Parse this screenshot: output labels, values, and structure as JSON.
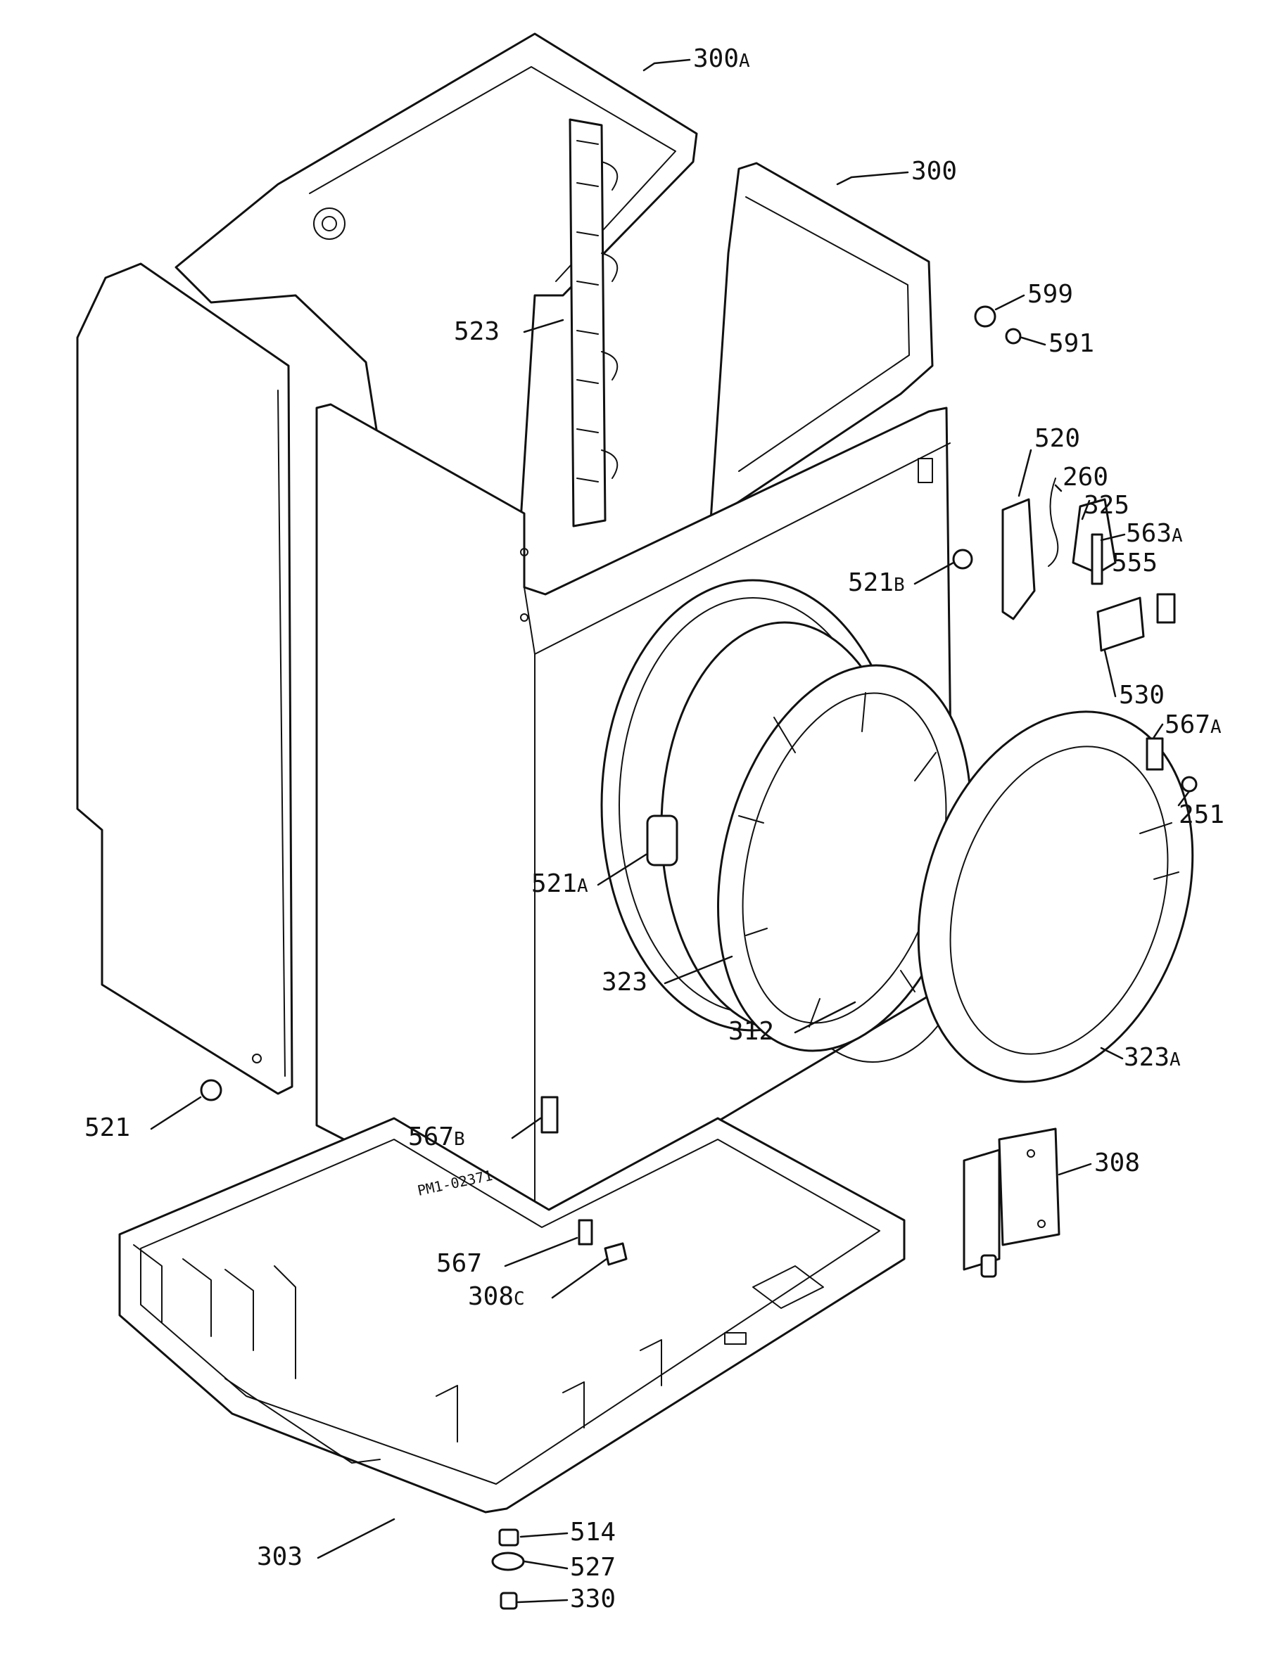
{
  "drawing_code": "PM1-02371",
  "callouts": [
    {
      "id": "300A",
      "num": "300",
      "suffix": "A"
    },
    {
      "id": "300",
      "num": "300",
      "suffix": ""
    },
    {
      "id": "599",
      "num": "599",
      "suffix": ""
    },
    {
      "id": "591",
      "num": "591",
      "suffix": ""
    },
    {
      "id": "523",
      "num": "523",
      "suffix": ""
    },
    {
      "id": "520",
      "num": "520",
      "suffix": ""
    },
    {
      "id": "260",
      "num": "260",
      "suffix": ""
    },
    {
      "id": "325",
      "num": "325",
      "suffix": ""
    },
    {
      "id": "563A",
      "num": "563",
      "suffix": "A"
    },
    {
      "id": "555",
      "num": "555",
      "suffix": ""
    },
    {
      "id": "521B",
      "num": "521",
      "suffix": "B"
    },
    {
      "id": "530",
      "num": "530",
      "suffix": ""
    },
    {
      "id": "567A",
      "num": "567",
      "suffix": "A"
    },
    {
      "id": "251",
      "num": "251",
      "suffix": ""
    },
    {
      "id": "521A",
      "num": "521",
      "suffix": "A"
    },
    {
      "id": "323",
      "num": "323",
      "suffix": ""
    },
    {
      "id": "312",
      "num": "312",
      "suffix": ""
    },
    {
      "id": "323A",
      "num": "323",
      "suffix": "A"
    },
    {
      "id": "521",
      "num": "521",
      "suffix": ""
    },
    {
      "id": "567B",
      "num": "567",
      "suffix": "B"
    },
    {
      "id": "308",
      "num": "308",
      "suffix": ""
    },
    {
      "id": "567",
      "num": "567",
      "suffix": ""
    },
    {
      "id": "308C",
      "num": "308",
      "suffix": "C"
    },
    {
      "id": "303",
      "num": "303",
      "suffix": ""
    },
    {
      "id": "514",
      "num": "514",
      "suffix": ""
    },
    {
      "id": "527",
      "num": "527",
      "suffix": ""
    },
    {
      "id": "330",
      "num": "330",
      "suffix": ""
    }
  ]
}
